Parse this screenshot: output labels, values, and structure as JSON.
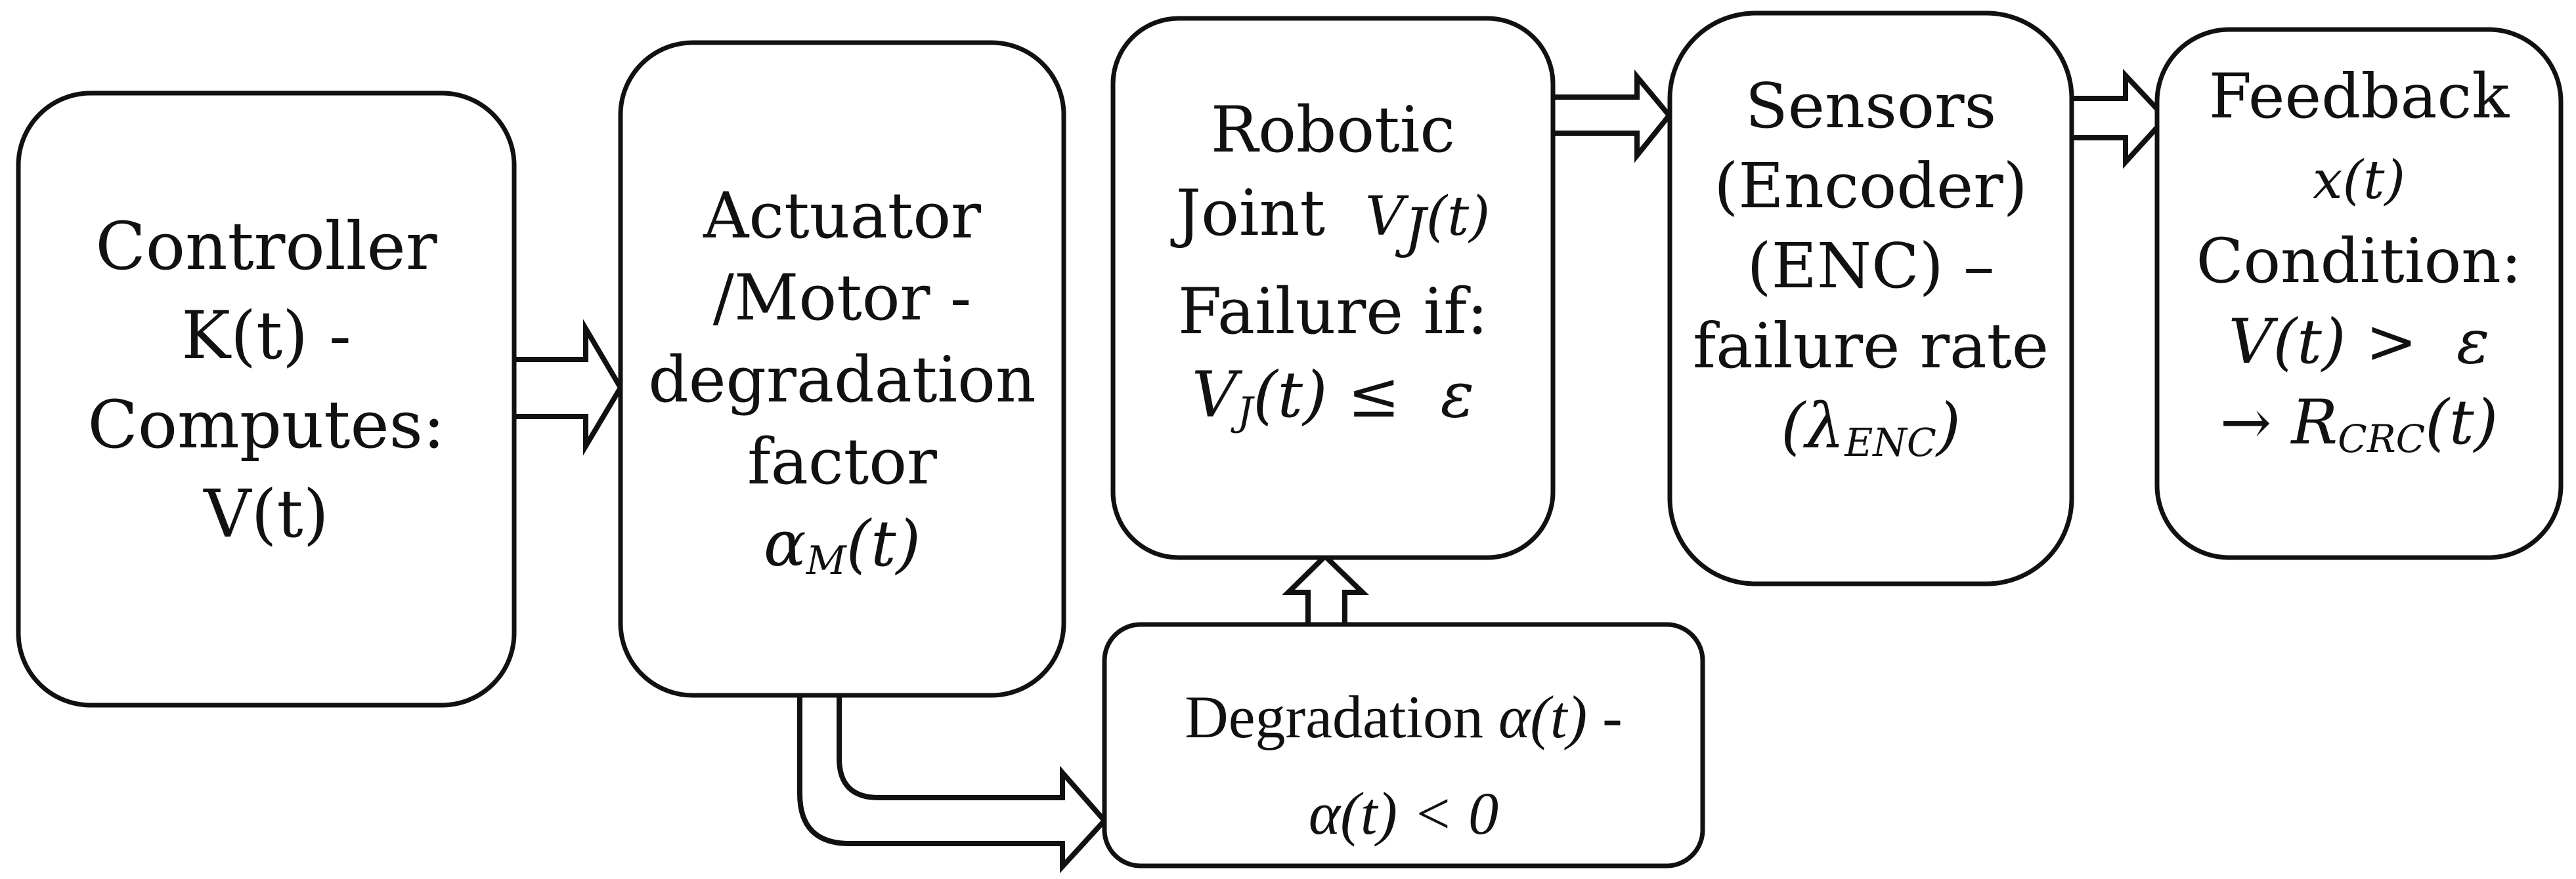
{
  "diagram": {
    "colors": {
      "background": "#ffffff",
      "line": "#111111",
      "box_fill": "#ffffff"
    },
    "boxes": [
      {
        "id": "controller",
        "name": "Controller block",
        "lines": [
          [
            {
              "t": "Controller"
            }
          ],
          [
            {
              "t": "K(t) -"
            }
          ],
          [
            {
              "t": "Computes:"
            }
          ],
          [
            {
              "t": "V(t)"
            }
          ]
        ]
      },
      {
        "id": "actuator",
        "name": "Actuator / Motor block",
        "lines": [
          [
            {
              "t": "Actuator"
            }
          ],
          [
            {
              "t": "/Motor -"
            }
          ],
          [
            {
              "t": "degradation"
            }
          ],
          [
            {
              "t": "factor"
            }
          ],
          [
            {
              "t": "α",
              "s": "i"
            },
            {
              "t": "M",
              "s": "sub"
            },
            {
              "t": "(t)",
              "s": "i"
            }
          ]
        ]
      },
      {
        "id": "robotic",
        "name": "Robotic Joint block",
        "lines": [
          [
            {
              "t": "Robotic"
            }
          ],
          [
            {
              "t": "Joint  "
            },
            {
              "t": "V",
              "s": "i sm"
            },
            {
              "t": "J",
              "s": "sub sm"
            },
            {
              "t": "(t)",
              "s": "i sm"
            }
          ],
          [
            {
              "t": "Failure if:"
            }
          ],
          [
            {
              "t": "V",
              "s": "i"
            },
            {
              "t": "J",
              "s": "sub"
            },
            {
              "t": "(t) ≤  ε",
              "s": "i"
            }
          ]
        ]
      },
      {
        "id": "sensors",
        "name": "Sensors (Encoder) block",
        "lines": [
          [
            {
              "t": "Sensors"
            }
          ],
          [
            {
              "t": "(Encoder)"
            }
          ],
          [
            {
              "t": "(ENC) –"
            }
          ],
          [
            {
              "t": "failure rate"
            }
          ],
          [
            {
              "t": "(λ",
              "s": "i"
            },
            {
              "t": "ENC",
              "s": "sub"
            },
            {
              "t": ")",
              "s": "i"
            }
          ]
        ]
      },
      {
        "id": "feedback",
        "name": "Feedback block",
        "lines": [
          [
            {
              "t": "Feedback"
            }
          ],
          [
            {
              "t": "x(t)",
              "s": "i sm"
            }
          ],
          [
            {
              "t": "Condition:"
            }
          ],
          [
            {
              "t": "V(t) >  ε",
              "s": "i"
            }
          ],
          [
            {
              "t": "→ "
            },
            {
              "t": "R",
              "s": "i"
            },
            {
              "t": "CRC",
              "s": "sub"
            },
            {
              "t": "(t)",
              "s": "i"
            }
          ]
        ]
      },
      {
        "id": "degradation",
        "name": "Degradation block",
        "lines": [
          [
            {
              "t": "Degradation "
            },
            {
              "t": "α(t)",
              "s": "i"
            },
            {
              "t": " -"
            }
          ],
          [
            {
              "t": "α(t) < 0",
              "s": "i"
            }
          ]
        ]
      }
    ],
    "arrows": [
      {
        "id": "controller-to-actuator",
        "from": "controller",
        "to": "actuator"
      },
      {
        "id": "robotic-to-sensors",
        "from": "robotic",
        "to": "sensors"
      },
      {
        "id": "sensors-to-feedback",
        "from": "sensors",
        "to": "feedback"
      },
      {
        "id": "degradation-to-robotic",
        "from": "degradation",
        "to": "robotic"
      },
      {
        "id": "actuator-to-degradation",
        "from": "actuator",
        "to": "degradation"
      }
    ]
  }
}
